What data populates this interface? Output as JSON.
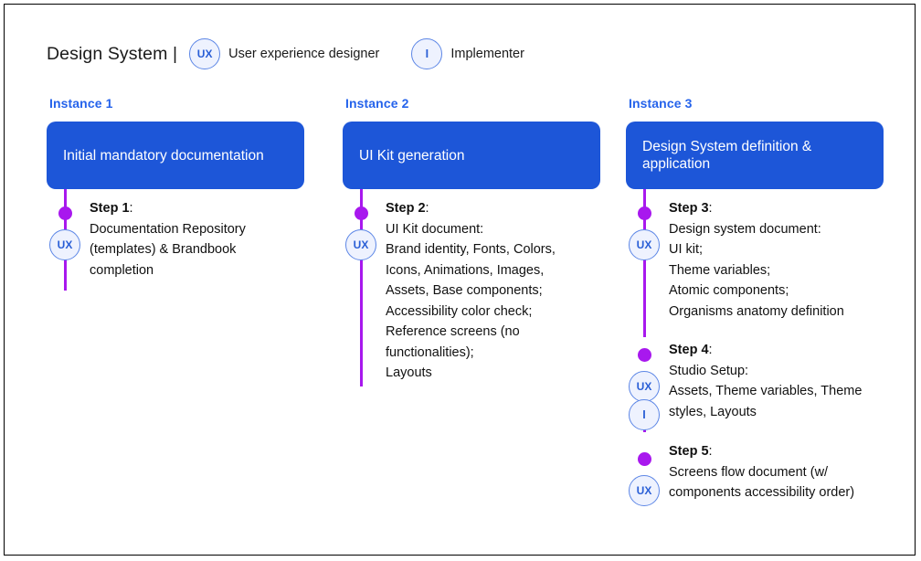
{
  "header": {
    "title": "Design System |",
    "legend": [
      {
        "badge": "UX",
        "label": "User experience designer",
        "name": "ux-designer"
      },
      {
        "badge": "I",
        "label": "Implementer",
        "name": "implementer"
      }
    ]
  },
  "colors": {
    "card_blue": "#1d56d8",
    "instance_label_blue": "#2563eb",
    "timeline_purple": "#a818ee",
    "badge_fill": "#eef2fe",
    "badge_border": "#5c86e6",
    "badge_text": "#2a5fd6",
    "frame_border": "#000000"
  },
  "columns": [
    {
      "instance": "Instance 1",
      "card_title": "Initial mandatory documentation",
      "steps": [
        {
          "title": "Step 1",
          "title_suffix": ":",
          "body": "Documentation Repository\n(templates) & Brandbook\ncompletion",
          "badges": [
            "UX"
          ]
        }
      ]
    },
    {
      "instance": "Instance 2",
      "card_title": "UI Kit generation",
      "steps": [
        {
          "title": "Step 2",
          "title_suffix": ":",
          "body": "UI Kit document:\nBrand identity, Fonts, Colors,\nIcons, Animations, Images,\nAssets, Base components;\nAccessibility color check;\nReference screens (no\nfunctionalities);\nLayouts",
          "badges": [
            "UX"
          ]
        }
      ]
    },
    {
      "instance": "Instance 3",
      "card_title": "Design System definition & application",
      "steps": [
        {
          "title": "Step 3",
          "title_suffix": ":",
          "body": "Design system document:\nUI kit;\nTheme variables;\nAtomic components;\nOrganisms anatomy definition",
          "badges": [
            "UX"
          ]
        },
        {
          "title": "Step 4",
          "title_suffix": ":",
          "body": "Studio Setup:\nAssets, Theme variables, Theme\nstyles, Layouts",
          "badges": [
            "UX",
            "I"
          ]
        },
        {
          "title": "Step 5",
          "title_suffix": ":",
          "body": "Screens flow document (w/\ncomponents accessibility order)",
          "badges": [
            "UX"
          ]
        }
      ]
    }
  ]
}
